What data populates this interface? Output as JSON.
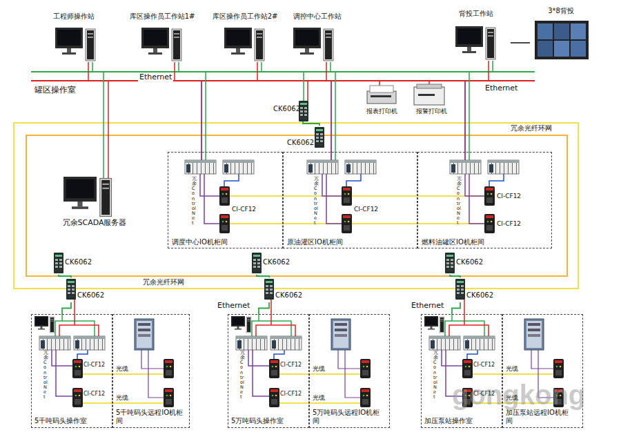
{
  "diagram": {
    "nodes": [
      {
        "text": [
          "工程师操作站"
        ]
      },
      {
        "text": [
          "库区操作员工作站1#"
        ]
      },
      {
        "text": [
          "库区操作员工作站2#"
        ]
      },
      {
        "text": [
          "调控中心工作站"
        ]
      },
      {
        "text": [
          "背投工作站"
        ]
      },
      {
        "text": [
          "3*8背投"
        ]
      },
      {
        "text": [
          "报表打印机"
        ]
      },
      {
        "text": [
          "报警打印机"
        ]
      },
      {
        "text": [
          "CK6062"
        ]
      },
      {
        "text": [
          "CK6062"
        ]
      },
      {
        "text": [
          "冗余SCADA服务器"
        ]
      },
      {
        "text": [
          "调度中心IO机柜间"
        ]
      },
      {
        "text": [
          "原油灌区IO机柜间"
        ]
      },
      {
        "text": [
          "燃料油罐区IO机柜间"
        ]
      },
      {
        "text": [
          "CK6062"
        ]
      },
      {
        "text": [
          "CK6062"
        ]
      },
      {
        "text": [
          "CK6062"
        ]
      },
      {
        "text": [
          "CK6062"
        ]
      },
      {
        "text": [
          "CK6062"
        ]
      },
      {
        "text": [
          "CK6062"
        ]
      },
      {
        "text": [
          "5千吨码头操作室"
        ]
      },
      {
        "text": [
          "5千吨码头远程IO机柜间"
        ]
      },
      {
        "text": [
          "5万吨码头操作室"
        ]
      },
      {
        "text": [
          "5万吨码头远程IO机柜间"
        ]
      },
      {
        "text": [
          "加压泵站操作室"
        ]
      },
      {
        "text": [
          "加压泵站远程IO机柜间"
        ]
      }
    ],
    "edges": [
      {
        "from": 8,
        "to": 9,
        "arrow": "none"
      },
      {
        "from": 14,
        "to": 15,
        "arrow": "none"
      },
      {
        "from": 16,
        "to": 17,
        "arrow": "none"
      },
      {
        "from": 18,
        "to": 19,
        "arrow": "none"
      },
      {
        "from": 15,
        "to": 20,
        "arrow": "none"
      },
      {
        "from": 17,
        "to": 22,
        "arrow": "none"
      },
      {
        "from": 19,
        "to": 24,
        "arrow": "none"
      },
      {
        "from": 4,
        "to": 5,
        "arrow": "none"
      }
    ],
    "labels": [
      "Ethernet",
      "罐区操作室",
      "Ethernet",
      "冗余光纤环网",
      "冗余ControlNet",
      "CI-CF12",
      "冗余ControlNet",
      "CI-CF12",
      "冗余ControlNet",
      "CI-CF12",
      "CI-CF12",
      "冗余光纤环网",
      "Ethernet",
      "Ethernet",
      "冗余ControlNet",
      "CI-CF12",
      "CI-CF12",
      "光缆",
      "光缆",
      "冗余ControlNet",
      "CI-CF12",
      "CI-CF12",
      "光缆",
      "光缆",
      "冗余ControlNet",
      "CI-CF12",
      "CI-CF12",
      "光缆",
      "光缆",
      "gongkong"
    ]
  }
}
